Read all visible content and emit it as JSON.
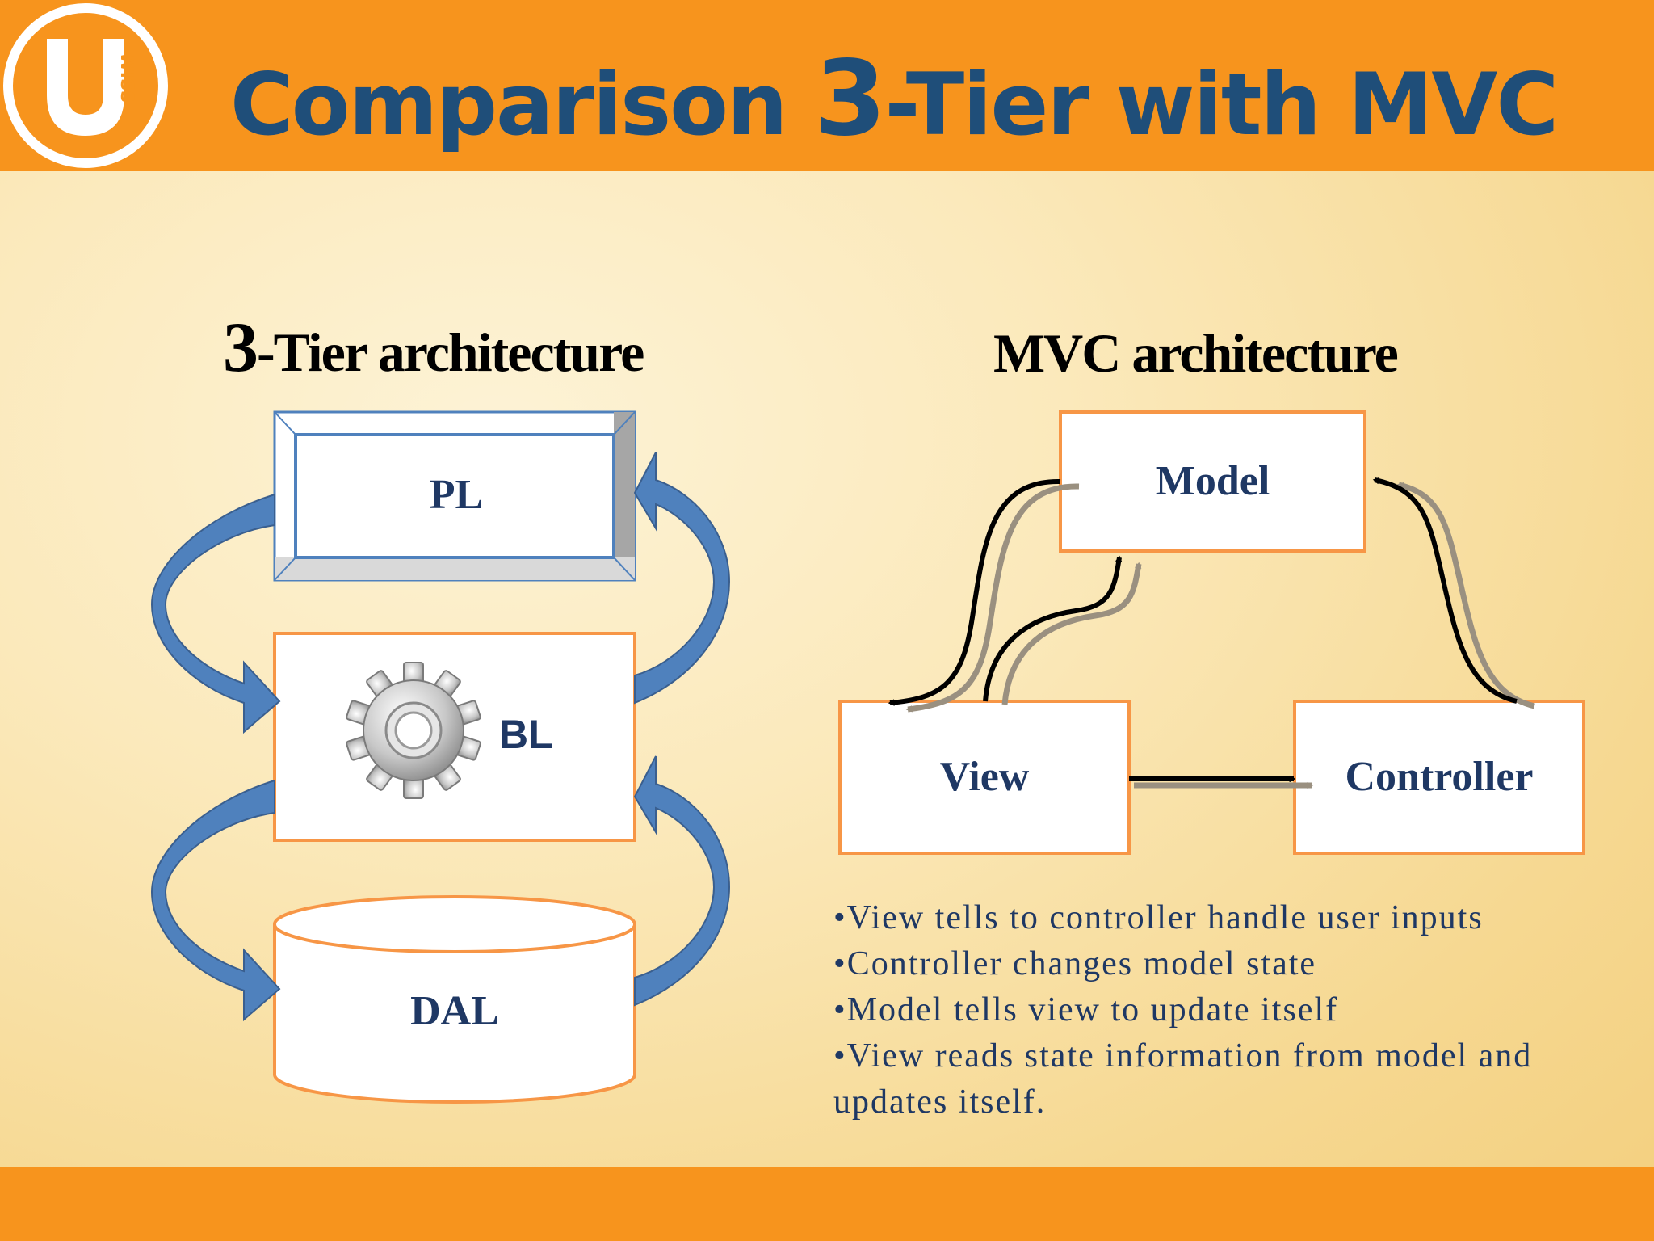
{
  "slide": {
    "title_part1": "Comparison ",
    "title_number": "3",
    "title_part2": "-Tier with MVC",
    "logo_text": "WISS"
  },
  "tier": {
    "heading_number": "3",
    "heading_text": "-Tier architecture",
    "pl": "PL",
    "bl": "BL",
    "dal": "DAL"
  },
  "mvc": {
    "heading": "MVC architecture",
    "model": "Model",
    "view": "View",
    "controller": "Controller",
    "bullets": [
      "•View tells to controller handle user inputs",
      "•Controller  changes model state",
      "•Model tells view to update itself",
      "•View reads state information from model  and updates itself."
    ]
  },
  "colors": {
    "bar": "#f7941d",
    "title": "#1f4e79",
    "box_border": "#f79646",
    "arrow_blue": "#4f81bd",
    "label": "#1f3864"
  }
}
